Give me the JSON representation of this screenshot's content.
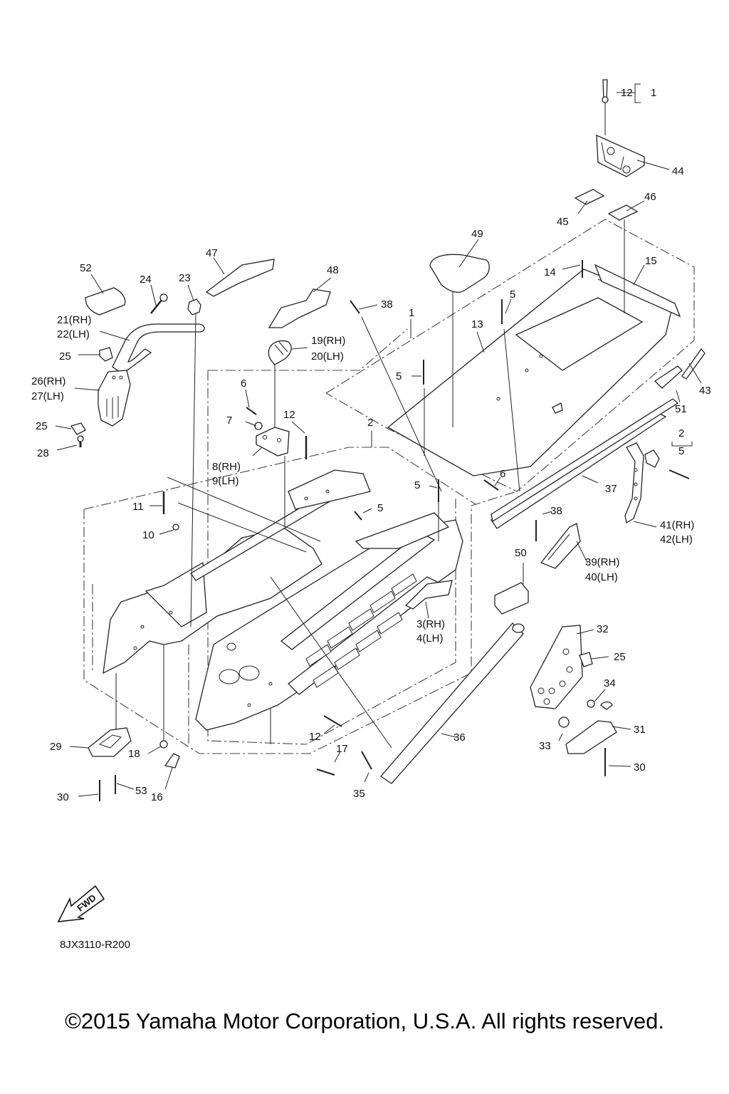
{
  "diagram_code": "8JX3110-R200",
  "fwd_label": "FWD",
  "copyright": "©2015 Yamaha Motor Corporation, U.S.A. All rights reserved.",
  "callouts": {
    "c1a": "1",
    "c12a": "12",
    "c44": "44",
    "c46": "46",
    "c45": "45",
    "c49": "49",
    "c14": "14",
    "c15": "15",
    "c47": "47",
    "c48": "48",
    "c52": "52",
    "c24": "24",
    "c23": "23",
    "c38a": "38",
    "c1b": "1",
    "c13": "13",
    "c5a": "5",
    "c21": "21(RH)",
    "c22": "22(LH)",
    "c19": "19(RH)",
    "c20": "20(LH)",
    "c25a": "25",
    "c5b": "5",
    "c43": "43",
    "c26": "26(RH)",
    "c27": "27(LH)",
    "c6a": "6",
    "c51": "51",
    "c7": "7",
    "c12b": "12",
    "c25b": "25",
    "c2a": "2",
    "c2b": "2",
    "c5c": "5",
    "c28": "28",
    "c8": "8(RH)",
    "c9": "9(LH)",
    "c6b": "6",
    "c37": "37",
    "c5d": "5",
    "c11": "11",
    "c5e": "5",
    "c38b": "38",
    "c41": "41(RH)",
    "c42": "42(LH)",
    "c10": "10",
    "c39": "39(RH)",
    "c40": "40(LH)",
    "c50": "50",
    "c3": "3(RH)",
    "c4": "4(LH)",
    "c32": "32",
    "c25c": "25",
    "c34": "34",
    "c12c": "12",
    "c36": "36",
    "c31": "31",
    "c29": "29",
    "c17": "17",
    "c33": "33",
    "c18": "18",
    "c30a": "30",
    "c30b": "30",
    "c53": "53",
    "c16": "16",
    "c35": "35"
  }
}
